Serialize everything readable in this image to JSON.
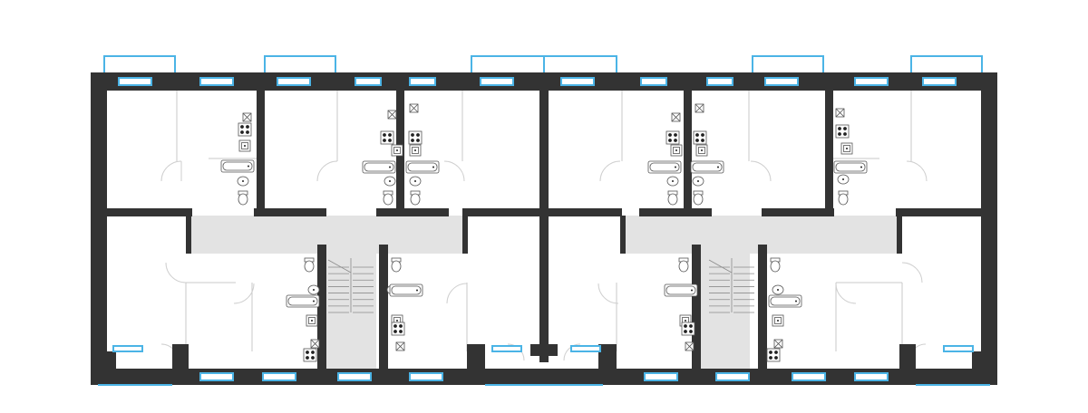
{
  "plan": {
    "type": "floor-plan",
    "colors": {
      "wall": "#333333",
      "window": "#4bb4e6",
      "corridor": "#e3e3e3",
      "partition": "#c9c9c9",
      "fixture_stroke": "#555555"
    },
    "stairwells": 2,
    "corridors": 2
  }
}
